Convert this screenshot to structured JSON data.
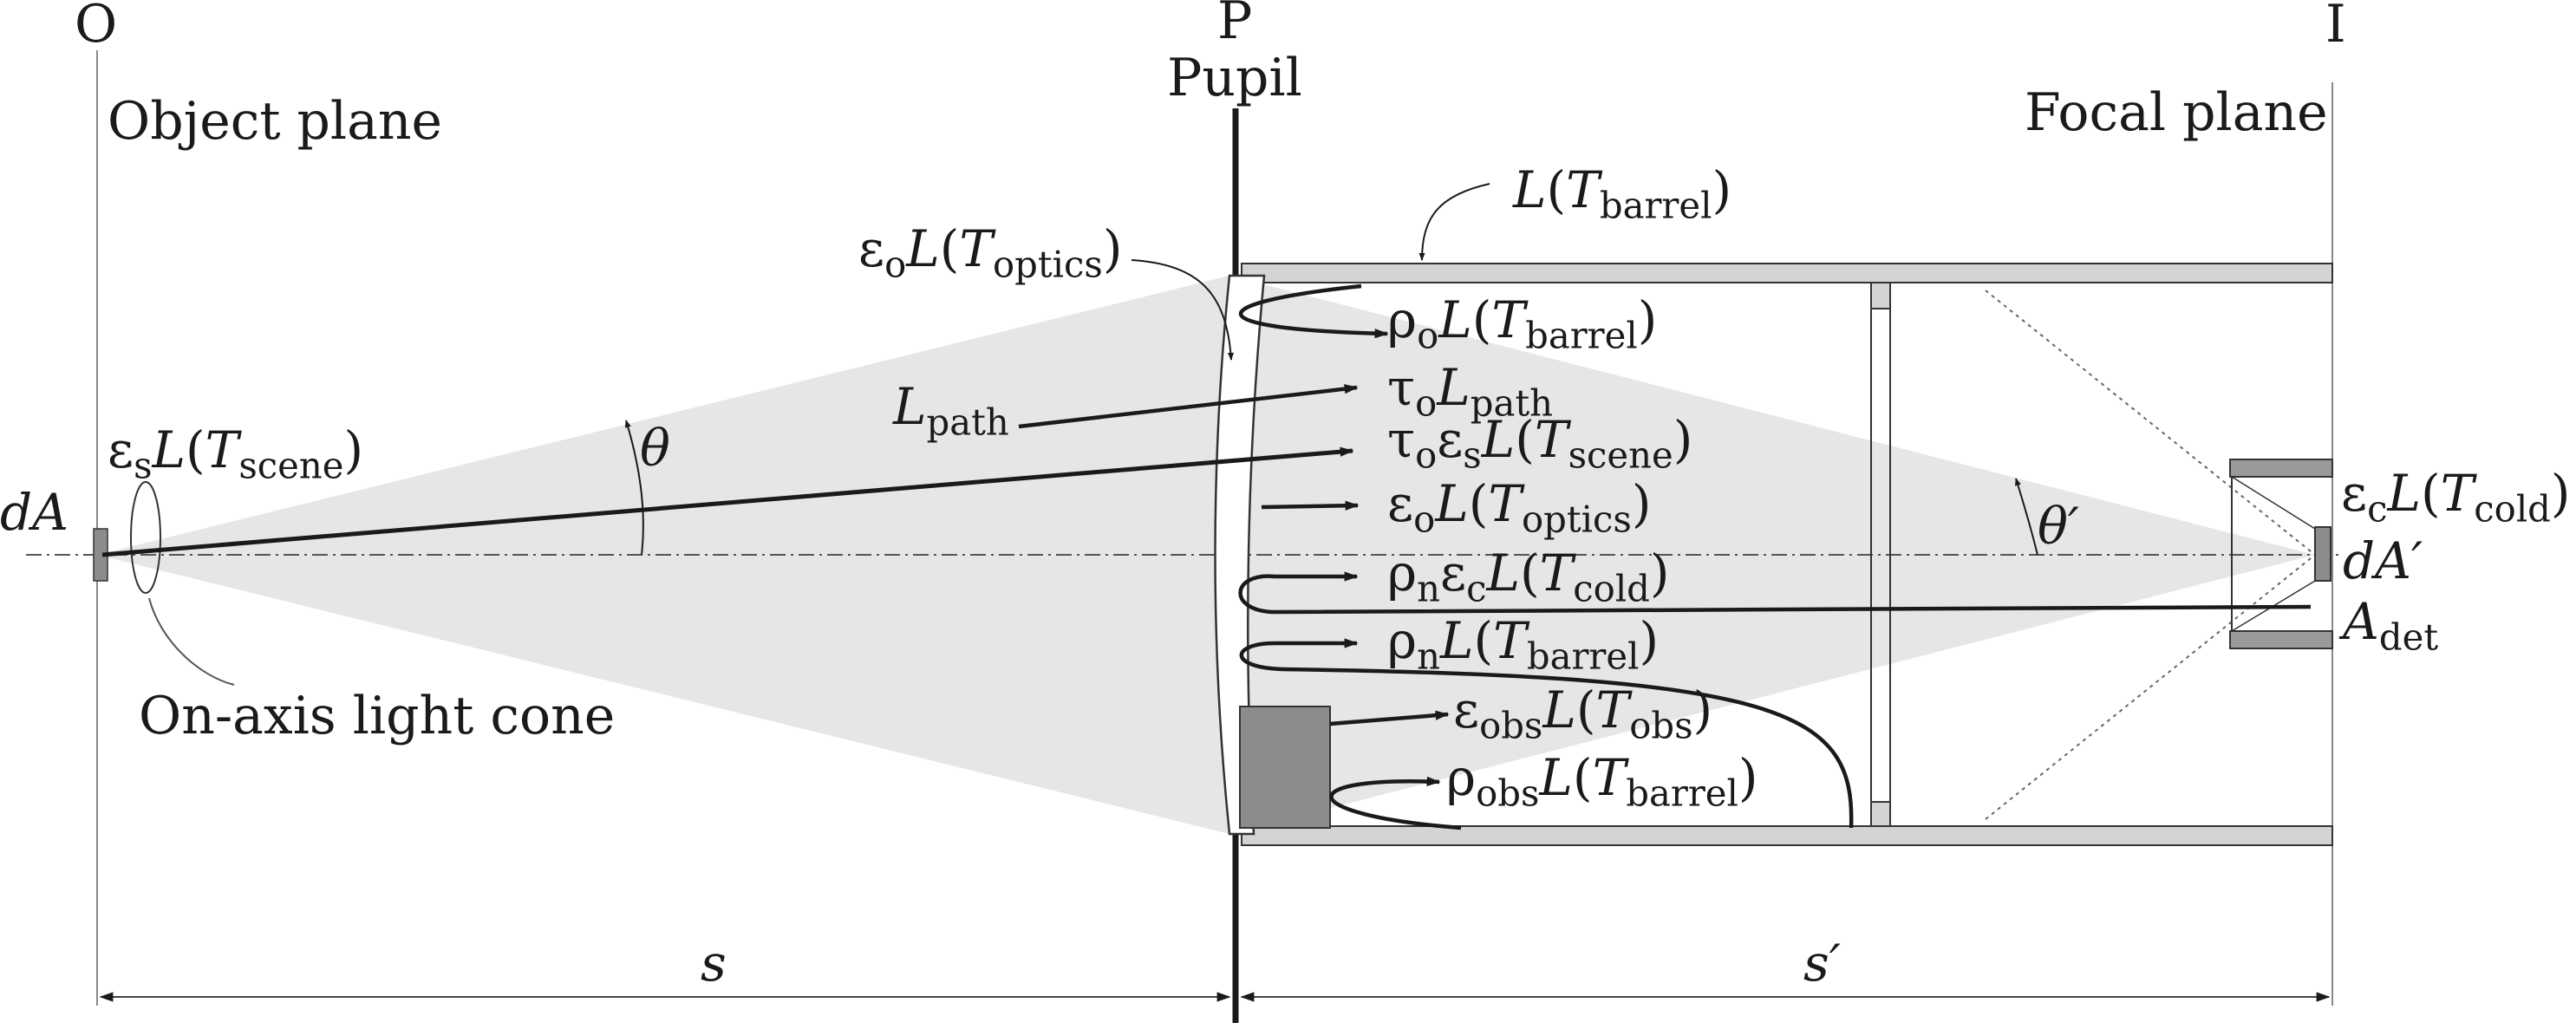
{
  "points": {
    "object": "O",
    "pupil": "P",
    "image": "I"
  },
  "planes": {
    "object": "Object plane",
    "pupil": "Pupil",
    "focal": "Focal plane"
  },
  "labels": {
    "light_cone": "On-axis light cone",
    "dA": "dA",
    "dA_prime": "dA′",
    "A_det_main": "A",
    "A_det_sub": "det",
    "theta": "θ",
    "theta_prime": "θ′",
    "s": "s",
    "s_prime": "s′"
  },
  "radiance_terms": [
    {
      "id": "scene",
      "prefix": "ε",
      "prefix_sub": "s",
      "T_sub": "scene"
    },
    {
      "id": "barrel-top",
      "prefix": "",
      "prefix_sub": "",
      "T_sub": "barrel"
    },
    {
      "id": "optics-pointer",
      "prefix": "ε",
      "prefix_sub": "o",
      "T_sub": "optics"
    },
    {
      "id": "refl-barrel",
      "prefix": "ρ",
      "prefix_sub": "o",
      "T_sub": "barrel"
    },
    {
      "id": "tau-scene",
      "prefix": "τ",
      "prefix_sub": "o",
      "prefix2": "ε",
      "prefix2_sub": "s",
      "T_sub": "scene"
    },
    {
      "id": "optics-emit",
      "prefix": "ε",
      "prefix_sub": "o",
      "T_sub": "optics"
    },
    {
      "id": "narcissus-cold",
      "prefix": "ρ",
      "prefix_sub": "n",
      "prefix2": "ε",
      "prefix2_sub": "c",
      "T_sub": "cold"
    },
    {
      "id": "narcissus-barrel",
      "prefix": "ρ",
      "prefix_sub": "n",
      "T_sub": "barrel"
    },
    {
      "id": "obs-emit",
      "prefix": "ε",
      "prefix_sub": "obs",
      "T_sub": "obs"
    },
    {
      "id": "obs-refl",
      "prefix": "ρ",
      "prefix_sub": "obs",
      "T_sub": "barrel"
    },
    {
      "id": "cold",
      "prefix": "ε",
      "prefix_sub": "c",
      "T_sub": "cold"
    }
  ],
  "path": {
    "main": "L",
    "sub": "path",
    "tau_prefix": "τ",
    "tau_sub": "o"
  },
  "symbols": {
    "L": "L",
    "T": "T"
  }
}
